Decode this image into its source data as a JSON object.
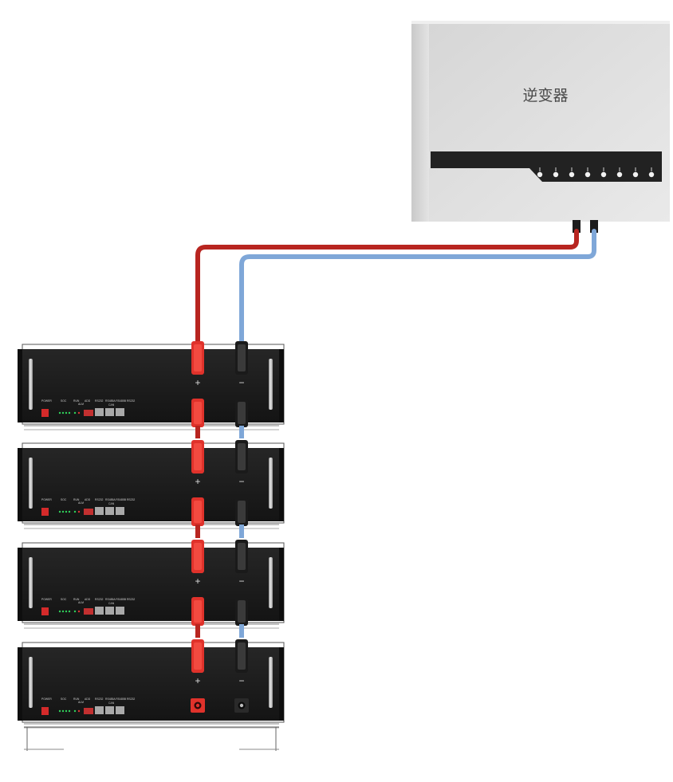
{
  "inverter": {
    "label": "逆变器",
    "body_color": "#dedede",
    "panel_color": "#222222",
    "terminal_count": 8
  },
  "cables": {
    "positive_color": "#b82520",
    "negative_color": "#7fa7d8"
  },
  "battery_modules": [
    {
      "positive_label": "+",
      "negative_label": "−",
      "panel": {
        "power": "POWER",
        "soc": "SOC",
        "run": "RUN",
        "alm": "ALM",
        "addr": "ADD",
        "rs": "RS232",
        "ports": "RS485A RS485B RS232",
        "can": "CAN"
      }
    },
    {
      "positive_label": "+",
      "negative_label": "−",
      "panel": {
        "power": "POWER",
        "soc": "SOC",
        "run": "RUN",
        "alm": "ALM",
        "addr": "ADD",
        "rs": "RS232",
        "ports": "RS485A RS485B RS232",
        "can": "CAN"
      }
    },
    {
      "positive_label": "+",
      "negative_label": "−",
      "panel": {
        "power": "POWER",
        "soc": "SOC",
        "run": "RUN",
        "alm": "ALM",
        "addr": "ADD",
        "rs": "RS232",
        "ports": "RS485A RS485B RS232",
        "can": "CAN"
      }
    },
    {
      "positive_label": "+",
      "negative_label": "−",
      "panel": {
        "power": "POWER",
        "soc": "SOC",
        "run": "RUN",
        "alm": "ALM",
        "addr": "ADD",
        "rs": "RS232",
        "ports": "RS485A RS485B RS232",
        "can": "CAN"
      }
    }
  ],
  "colors": {
    "module_body": "#1d1d1d",
    "power_button": "#d42a2a",
    "led": "#2fd05a",
    "connector_red": "#e0322b",
    "connector_black": "#1a1a1a"
  }
}
